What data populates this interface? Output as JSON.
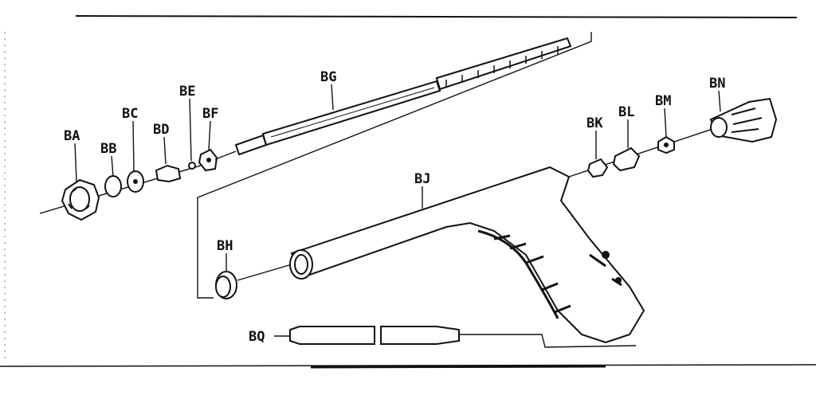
{
  "diagram": {
    "parts": [
      {
        "id": "BA",
        "label": "BA"
      },
      {
        "id": "BB",
        "label": "BB"
      },
      {
        "id": "BC",
        "label": "BC"
      },
      {
        "id": "BD",
        "label": "BD"
      },
      {
        "id": "BE",
        "label": "BE"
      },
      {
        "id": "BF",
        "label": "BF"
      },
      {
        "id": "BG",
        "label": "BG"
      },
      {
        "id": "BH",
        "label": "BH"
      },
      {
        "id": "BJ",
        "label": "BJ"
      },
      {
        "id": "BK",
        "label": "BK"
      },
      {
        "id": "BL",
        "label": "BL"
      },
      {
        "id": "BM",
        "label": "BM"
      },
      {
        "id": "BN",
        "label": "BN"
      },
      {
        "id": "BQ",
        "label": "BQ"
      }
    ]
  }
}
